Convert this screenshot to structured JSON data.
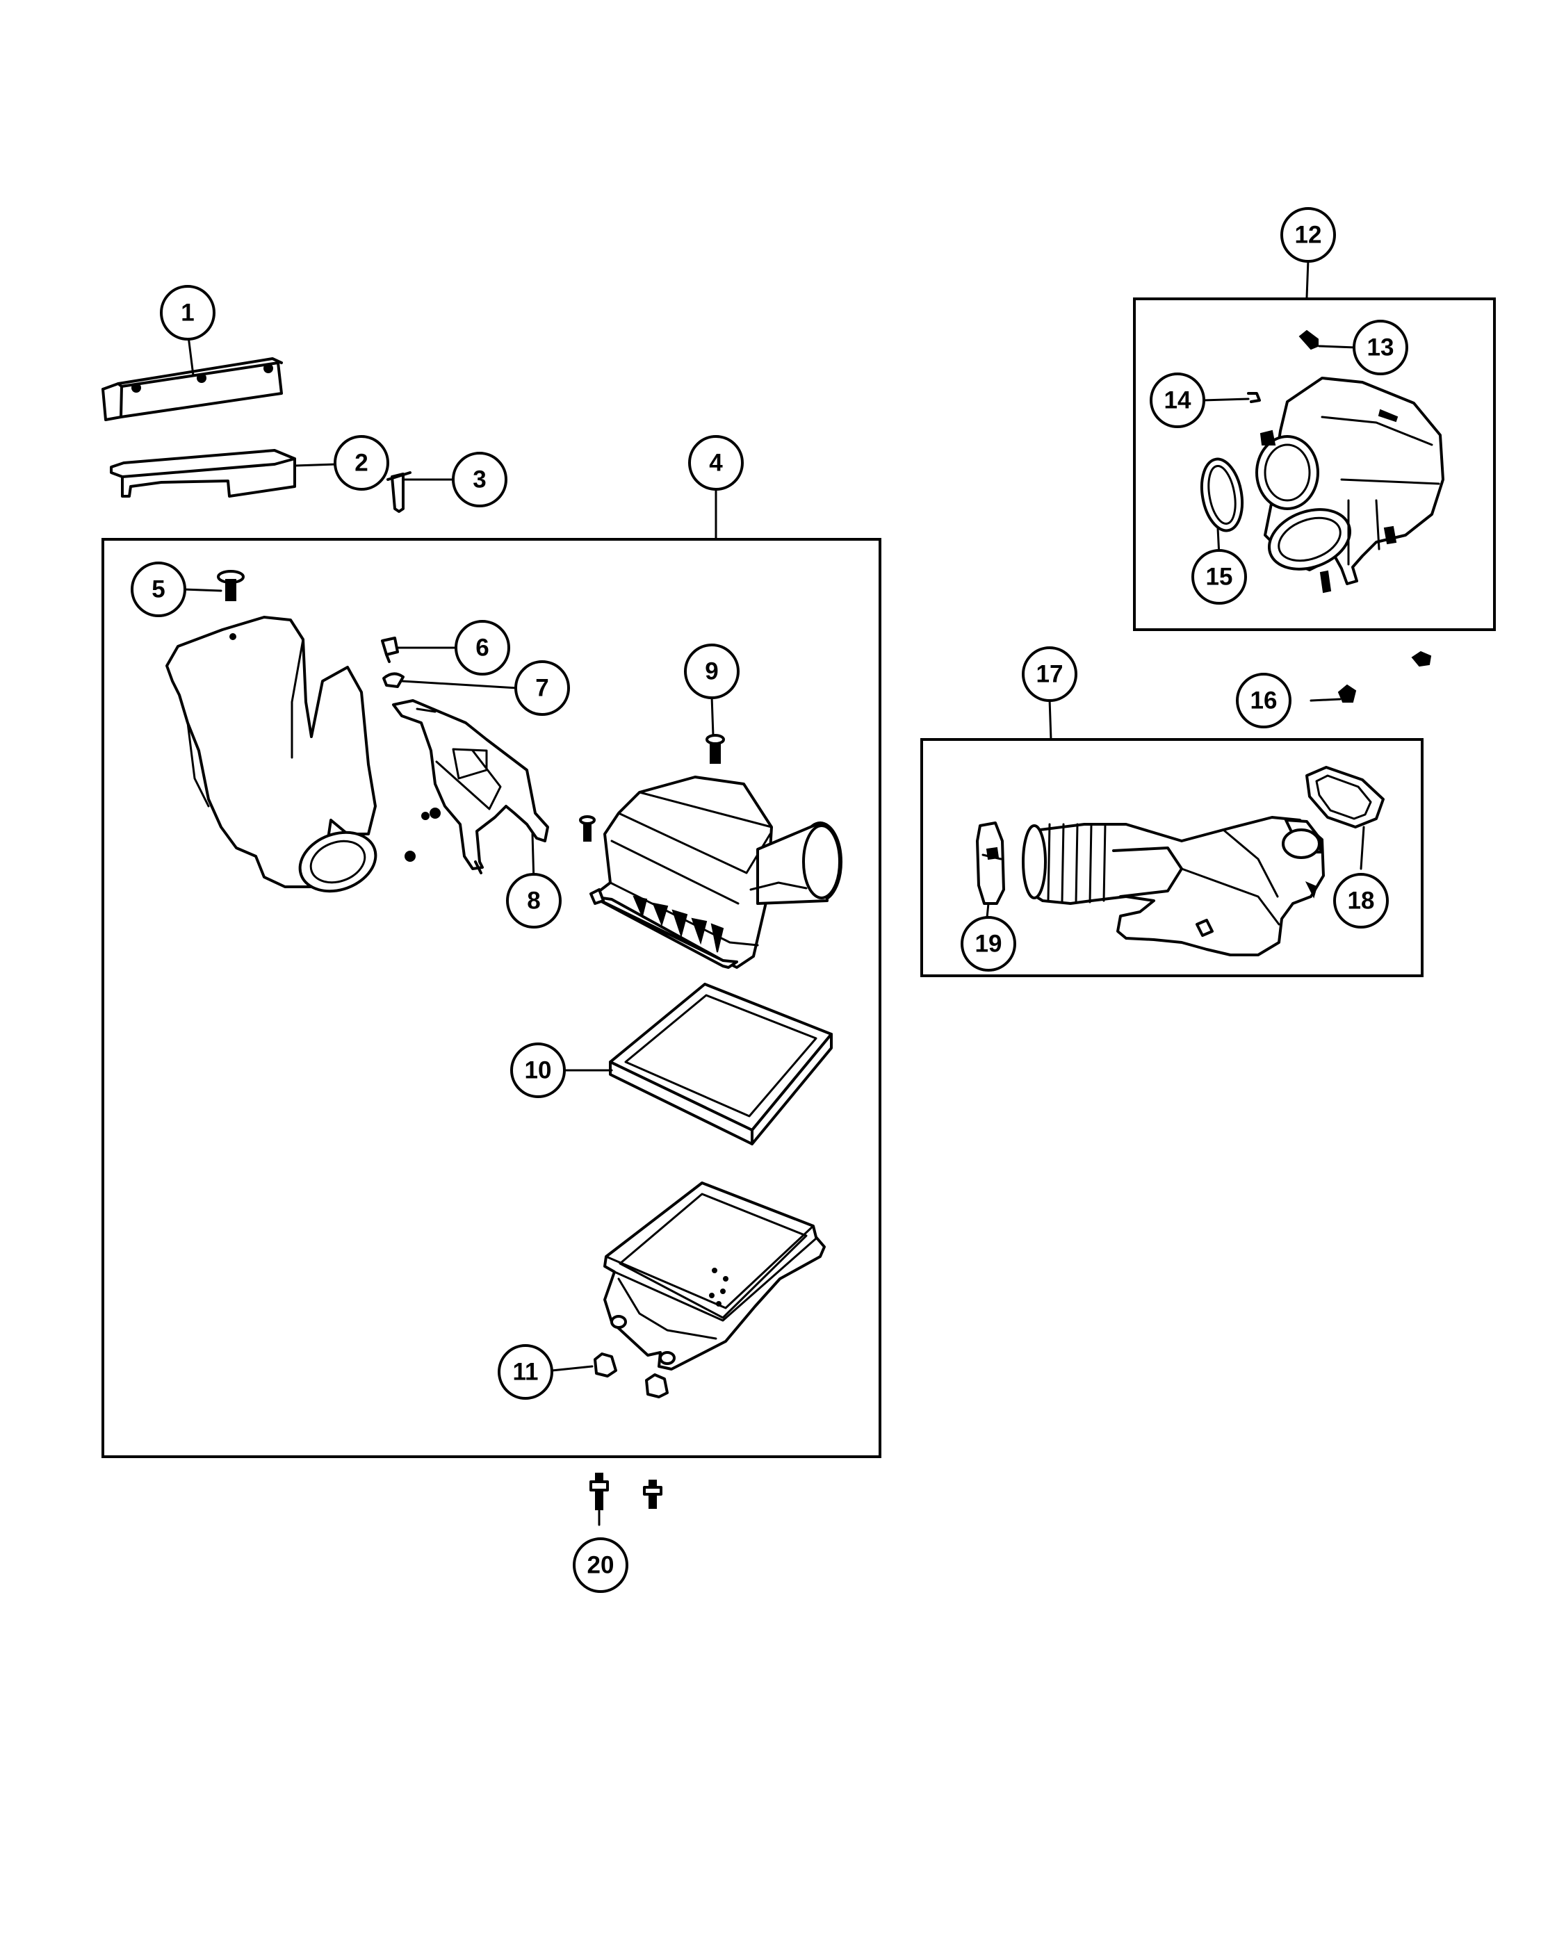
{
  "callouts": [
    {
      "id": 1,
      "label": "1"
    },
    {
      "id": 2,
      "label": "2"
    },
    {
      "id": 3,
      "label": "3"
    },
    {
      "id": 4,
      "label": "4"
    },
    {
      "id": 5,
      "label": "5"
    },
    {
      "id": 6,
      "label": "6"
    },
    {
      "id": 7,
      "label": "7"
    },
    {
      "id": 8,
      "label": "8"
    },
    {
      "id": 9,
      "label": "9"
    },
    {
      "id": 10,
      "label": "10"
    },
    {
      "id": 11,
      "label": "11"
    },
    {
      "id": 12,
      "label": "12"
    },
    {
      "id": 13,
      "label": "13"
    },
    {
      "id": 14,
      "label": "14"
    },
    {
      "id": 15,
      "label": "15"
    },
    {
      "id": 16,
      "label": "16"
    },
    {
      "id": 17,
      "label": "17"
    },
    {
      "id": 18,
      "label": "18"
    },
    {
      "id": 19,
      "label": "19"
    },
    {
      "id": 20,
      "label": "20"
    }
  ]
}
